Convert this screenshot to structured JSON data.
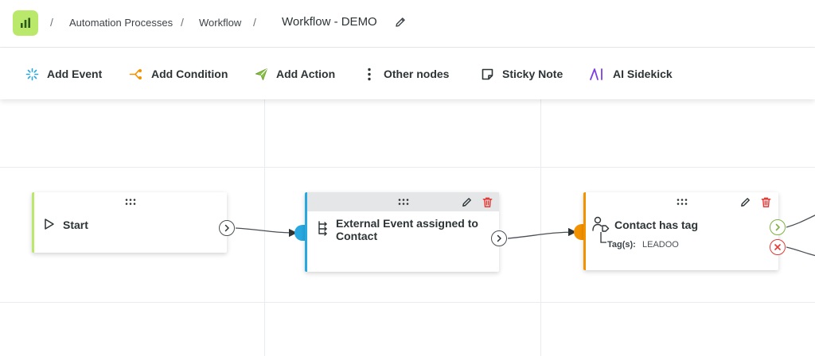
{
  "breadcrumb": {
    "items": [
      "Automation Processes",
      "Workflow"
    ],
    "separator": "/",
    "current": "Workflow - DEMO"
  },
  "toolbar": {
    "add_event": "Add Event",
    "add_condition": "Add Condition",
    "add_action": "Add Action",
    "other_nodes": "Other nodes",
    "sticky_note": "Sticky Note",
    "ai_sidekick": "AI Sidekick"
  },
  "nodes": {
    "start": {
      "title": "Start",
      "accent": "#b9e86a"
    },
    "event": {
      "title_line1": "External Event assigned to",
      "title_line2": "Contact",
      "accent": "#29a8e0"
    },
    "condition": {
      "title": "Contact has tag",
      "detail_label": "Tag(s):",
      "detail_value": "LEADOO",
      "accent": "#f39200"
    }
  },
  "colors": {
    "logo_bg": "#b9e86a",
    "delete": "#e53935",
    "true_port": "#7cb342",
    "false_port": "#e53935",
    "ai_purple": "#7b3fe4"
  },
  "icons": {
    "logo": "bar-chart-icon",
    "edit": "pencil-icon",
    "add_event": "sparkle-icon",
    "add_condition": "branch-icon",
    "add_action": "paper-plane-icon",
    "other_nodes": "vertical-dots-icon",
    "sticky_note": "note-icon",
    "ai_sidekick": "ai-icon"
  }
}
